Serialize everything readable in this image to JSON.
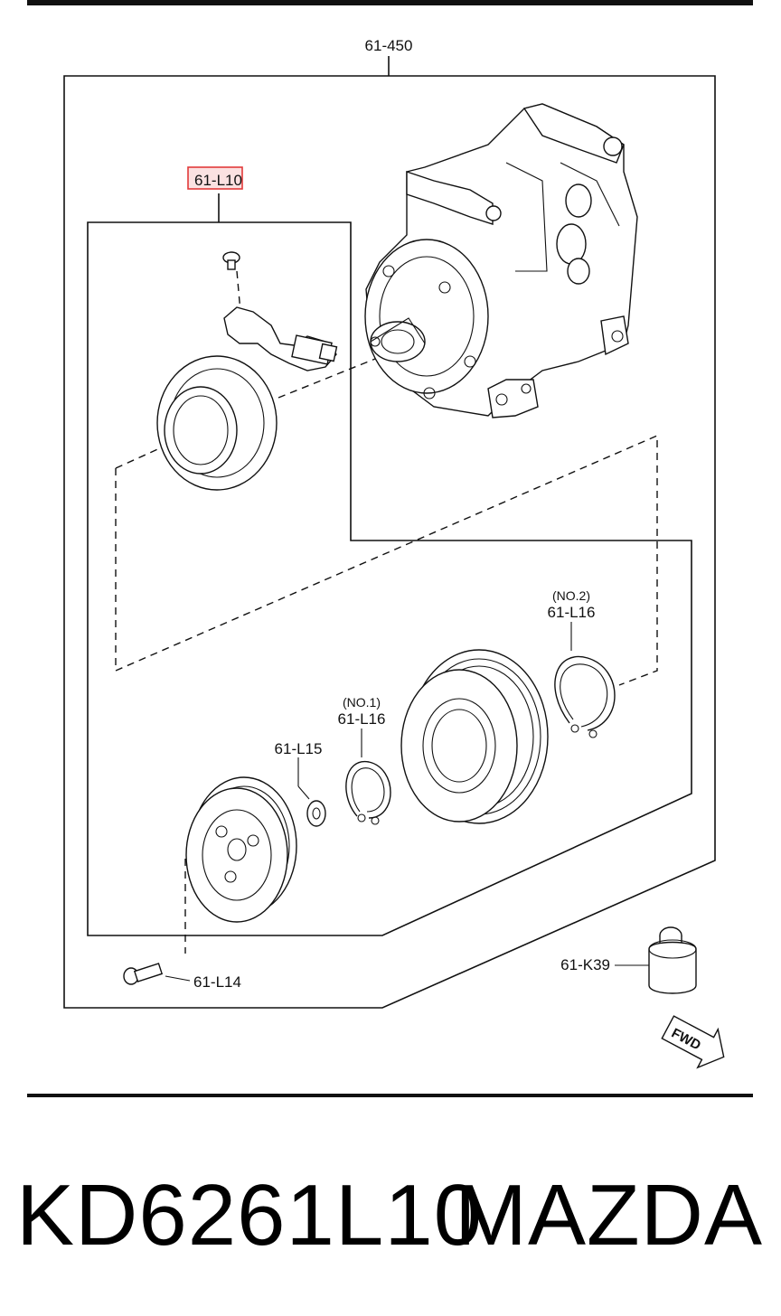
{
  "labels": {
    "assembly": "61-450",
    "coil": "61-L10",
    "snap_ring_2_note": "(NO.2)",
    "snap_ring_2": "61-L16",
    "snap_ring_1_note": "(NO.1)",
    "snap_ring_1": "61-L16",
    "shim": "61-L15",
    "bolt": "61-L14",
    "cap": "61-K39",
    "fwd": "FWD"
  },
  "caption": {
    "part_number": "KD6261L10",
    "brand": "MAZDA"
  },
  "colors": {
    "highlight": "#e23a3a",
    "highlight_fill": "#f7c9c9",
    "line": "#111111"
  }
}
